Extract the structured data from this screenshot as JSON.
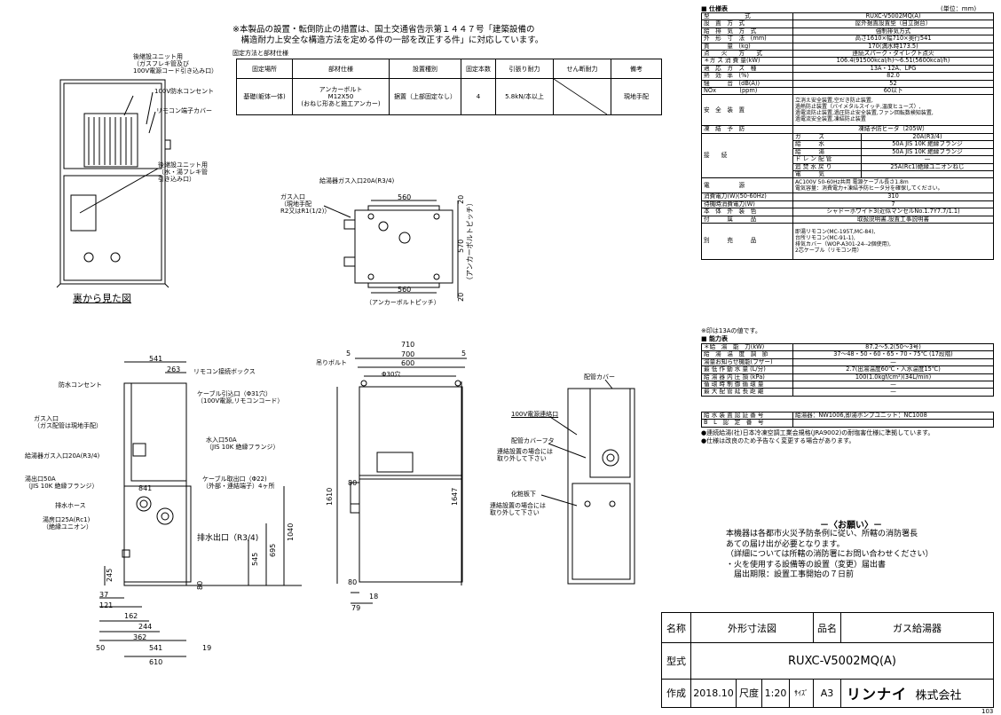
{
  "notice": {
    "text": "※本製品の設置・転倒防止の措置は、国土交通省告示第１４４７号「建築設備の\n　構造耐力上安全な構造方法を定める件の一部を改正する件」に対応しています。",
    "caption": "固定方法と部材仕様"
  },
  "fixing_table": {
    "headers": [
      "固定場所",
      "部材仕様",
      "設置種別",
      "固定本数",
      "引張り耐力",
      "せん断耐力",
      "備考"
    ],
    "row": [
      "基礎(躯体一体)",
      "アンカーボルト\nM12X50\n(おねじ形あと施工アンカー)",
      "据置（上部固定なし）",
      "4",
      "5.8kN/本以上",
      "",
      "現地手配"
    ]
  },
  "back_view": {
    "label_rear_unit_gas": "後継設ユニット用\n（ガスフレキ管及び\n100V電源コード引き込み口）",
    "label_100v_outlet": "100V防水コンセント",
    "label_remote_cover": "リモコン端子カバー",
    "label_rear_unit_water": "後継設ユニット用\n（水・湯フレキ管\n引き込み口）",
    "caption": "裏から見た図"
  },
  "bottom_view": {
    "gas_inlet_top": "給湯器ガス入口20A(R3/4)",
    "gas_inlet_local": "ガス入口\n（現地手配\nR2又はR1(1/2)）",
    "dim_560_top": "560",
    "dim_560_bottom": "560",
    "anchor_pitch": "（アンカーボルトピッチ）",
    "anchor_pitch_v": "（アンカーボルトピッチ）",
    "dim_570": "570",
    "dim_20a": "20",
    "dim_20b": "20"
  },
  "side_view": {
    "waterproof_outlet": "防水コンセント",
    "remote_box": "リモコン接続ボックス",
    "cable_inlet": "ケーブル引込口（Φ31穴）\n（100V電源,リモコンコード）",
    "gas_inlet": "ガス入口\n（ガス配管は現地手配）",
    "heater_gas_inlet": "給湯器ガス入口20A(R3/4)",
    "water_inlet": "水入口50A\n（JIS 10K 絶縁フランジ）",
    "hot_outlet": "湯出口50A\n（JIS 10K 絶縁フランジ）",
    "cable_outlet": "ケーブル取出口（Φ22)\n（外部・連結端子）4ヶ所",
    "drain_hose": "排水ホース",
    "drain_outlet": "排水出口（R3/4)",
    "bath_port": "湯房口25A(Rc1)\n（絶縁ユニオン）",
    "dims": {
      "d541_top": "541",
      "d263": "263",
      "d841": "841",
      "d1040": "1040",
      "d695": "695",
      "d545": "545",
      "d245": "245",
      "d37": "37",
      "d121": "121",
      "d162": "162",
      "d244": "244",
      "d362": "362",
      "d50": "50",
      "d541_bot": "541",
      "d19": "19",
      "d610": "610",
      "d80": "80"
    }
  },
  "front_view": {
    "lifting_bolt": "吊りボルト",
    "hole": "Φ30穴",
    "dims": {
      "d710": "710",
      "d700": "700",
      "d600": "600",
      "d5a": "5",
      "d5b": "5",
      "d1610": "1610",
      "d1647": "1647",
      "d80a": "80",
      "d80b": "80",
      "d18": "18",
      "d79": "79"
    }
  },
  "right_view": {
    "pipe_cover": "配管カバー",
    "power_hole": "100V電源連絡口",
    "pipe_cover_lid": "配管カバーフタ",
    "lid_note": "連結設置の場合には\n取り外して下さい",
    "makeup_plate": "化粧板下",
    "plate_note": "連結設置の場合には\n取り外して下さい"
  },
  "spec": {
    "title": "■ 仕様表",
    "unit": "(単位：mm)",
    "rows": [
      {
        "k": "型　　　　　　式",
        "v": "RUXC-V5002MQ(A)"
      },
      {
        "k": "設　置　方　式",
        "v": "屋外据置設置型（自立据台）"
      },
      {
        "k": "給　排　気　方　式",
        "v": "強制排気方式"
      },
      {
        "k": "外　形　寸　法　(mm)",
        "v": "高さ1610×幅710×奥行541"
      },
      {
        "k": "質　　　量　(kg)",
        "v": "170(満水時173.5)"
      },
      {
        "k": "点　　火　　方　　式",
        "v": "連続スパーク・ダイレクト点火"
      },
      {
        "k": "＊ガ ス 消 費 量(kW)",
        "v": "106.4(91500kcal/h)～6.51(5600kcal/h)"
      },
      {
        "k": "適　応　ガ　ス　種",
        "v": "13A・12A、LPG"
      },
      {
        "k": "熱　効　率　(%)",
        "v": "82.0"
      },
      {
        "k": "騒　　　音　(dB(A))",
        "v": "52"
      },
      {
        "k": "NOx　　　　(ppm)",
        "v": "60以下"
      }
    ],
    "safety_label": "安　全　装　置",
    "safety_value": "立消え安全装置,空だき防止装置,\n過熱防止装置（バイメタルスイッチ,温度ヒューズ）,\n過電流防止装置,過圧防止安全装置,ファン回転数検知装置,\n過電流安全装置,凍結防止装置",
    "freeze_label": "凍　結　予　防",
    "freeze_value": "凍結予防ヒータ（205W）",
    "connect_label": "接　　続",
    "connect_rows": [
      {
        "k": "ガ　　　ス",
        "v": "20A(R3/4)"
      },
      {
        "k": "給　　　水",
        "v": "50A JIS 10K 絶縁フランジ"
      },
      {
        "k": "給　　　湯",
        "v": "50A JIS 10K 絶縁フランジ"
      },
      {
        "k": "ド レ ン 配 管",
        "v": "—"
      },
      {
        "k": "追 焚 水 戻 り",
        "v": "25A(Rc1)絶縁ユニオンねじ"
      },
      {
        "k": "電　　　気",
        "v": ""
      }
    ],
    "power_label": "電　　　　　源",
    "power_value": "AC100V 50-60Hz共用 電源ケーブル長さ1.8m\n電気容量：消費電力+凍結予防ヒータ分を確保してください。",
    "rows2": [
      {
        "k": "消費電力(W)(50-60Hz)",
        "v": "310"
      },
      {
        "k": "待機時消費電力(W)",
        "v": "7"
      },
      {
        "k": "本　体　外　装　色",
        "v": "シャドーホワイト3(近似マンセルNo.1.7Y7.7/1.1)"
      },
      {
        "k": "付　　　属　　　品",
        "v": "取扱説明書,設置工事説明書"
      }
    ],
    "optional_label": "別　　　売　　　品",
    "optional_value": "即湯リモコン(MC-195T,MC-84),\n台所リモコン(MC-91-1),\n排気カバー（WOP-A301-24--2個使用),\n2芯ケーブル（リモコン用）",
    "note": "※印は13Aの値です。"
  },
  "perf": {
    "title": "■ 能力表",
    "rows": [
      {
        "k": "＊給　湯　能　力(kW)",
        "v": "87.2～5.2(50～3号)"
      },
      {
        "k": "給　湯　温　度　調　節",
        "v": "37～48・50・60・65・70・75℃ (17段階)"
      },
      {
        "k": "湯量お知らせ機能(ブザー)",
        "v": "—"
      },
      {
        "k": "最 低 作 動 水 量 (L/分)",
        "v": "2.7(出湯温度60℃・入水温度15℃)"
      },
      {
        "k": "給 湯 器 内 圧 損 (kPa)",
        "v": "100(1.0kgf/cm²)(34L/min)"
      },
      {
        "k": "循 環 時 制 御 循 環 量",
        "v": "—"
      },
      {
        "k": "最 大 配 管 延 長 距 離",
        "v": "—"
      }
    ]
  },
  "approval": {
    "rows": [
      {
        "k": "給 水 装 置 認 証 番 号",
        "v": "給湯器：NW1006,即湯ポンプユニット：NC1008"
      },
      {
        "k": "B　L　認　定　番　号",
        "v": ""
      }
    ],
    "note1": "●連続給湯(社)日本冷凍空調工業会規格(JRA9002)の耐塩害仕様に準拠しています。",
    "note2": "●仕様は改良のため予告なく変更する場合があります。"
  },
  "please": {
    "title": "－〈お願い〉－",
    "body": "本機器は各都市火災予防条例に従い、所轄の消防署長\nあての届け出が必要となります。\n（詳細については所轄の消防署にお問い合わせください）\n・火を使用する設備等の設置（変更）届出書\n　届出期限：設置工事開始の７日前"
  },
  "title_block": {
    "name_label": "名称",
    "name_value": "外形寸法図",
    "product_label": "品名",
    "product_value": "ガス給湯器",
    "model_label": "型式",
    "model_value": "RUXC-V5002MQ(A)",
    "made_label": "作成",
    "date": "2018.10",
    "scale_label": "尺度",
    "scale": "1:20",
    "size_label": "ｻｲｽﾞ",
    "size": "A3",
    "company_brand": "リンナイ",
    "company_suffix": "株式会社",
    "doc_code": "103"
  }
}
